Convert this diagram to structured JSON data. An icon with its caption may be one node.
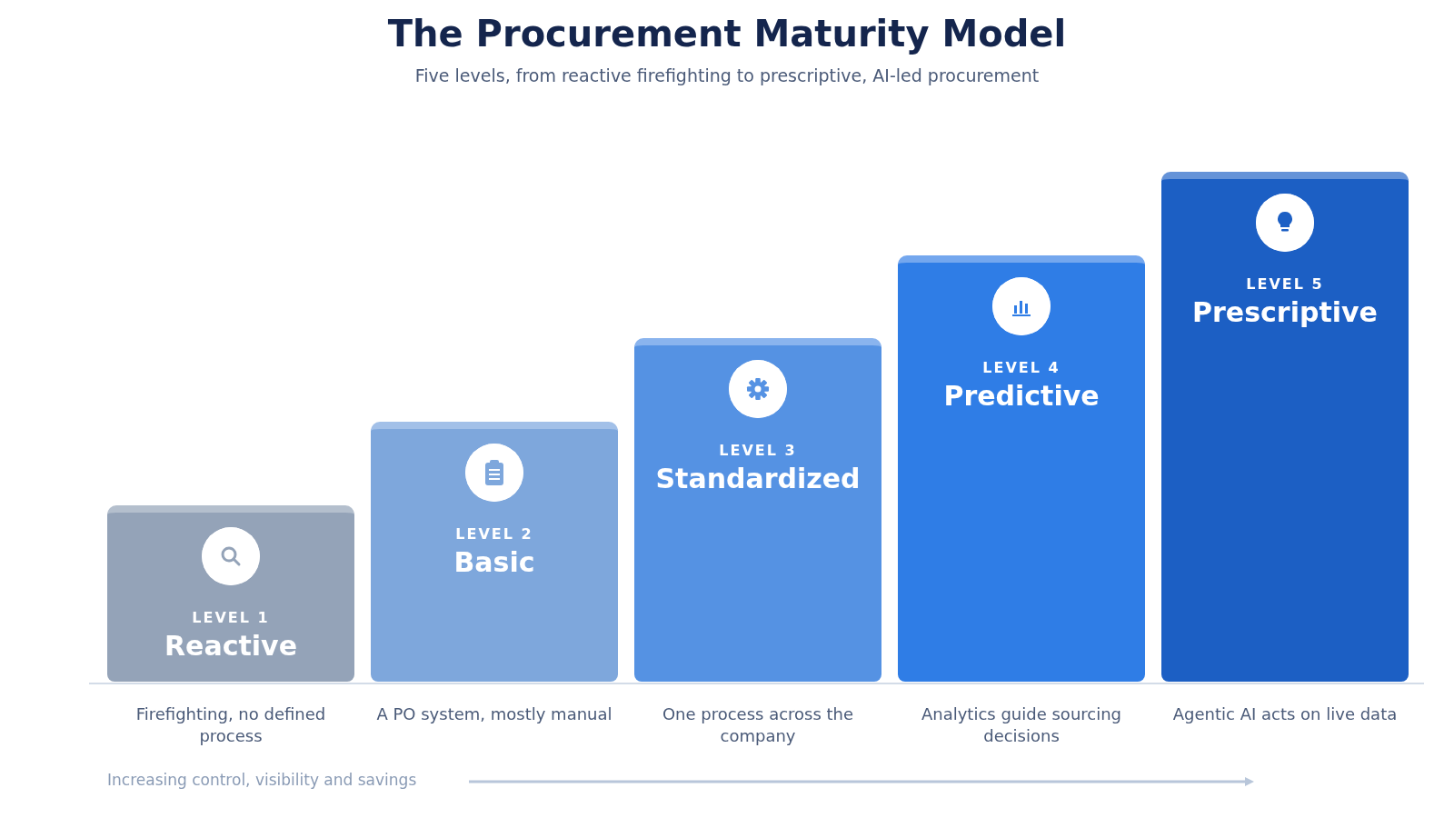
{
  "diagram": {
    "title": "The Procurement Maturity Model",
    "caption": "Five levels, from reactive firefighting to prescriptive, AI-led procurement",
    "nodes": [
      {
        "text": [
          "LEVEL 1",
          "Reactive"
        ],
        "beside": [
          "Firefighting, no defined process"
        ]
      },
      {
        "text": [
          "LEVEL 2",
          "Basic"
        ],
        "beside": [
          "A PO system, mostly manual"
        ]
      },
      {
        "text": [
          "LEVEL 3",
          "Standardized"
        ],
        "beside": [
          "One process across the company"
        ]
      },
      {
        "text": [
          "LEVEL 4",
          "Predictive"
        ],
        "beside": [
          "Analytics guide sourcing decisions"
        ]
      },
      {
        "text": [
          "LEVEL 5",
          "Prescriptive"
        ],
        "beside": [
          "Agentic AI acts on live data"
        ]
      }
    ],
    "edges": [],
    "labels": [
      "Increasing control, visibility and savings"
    ]
  }
}
